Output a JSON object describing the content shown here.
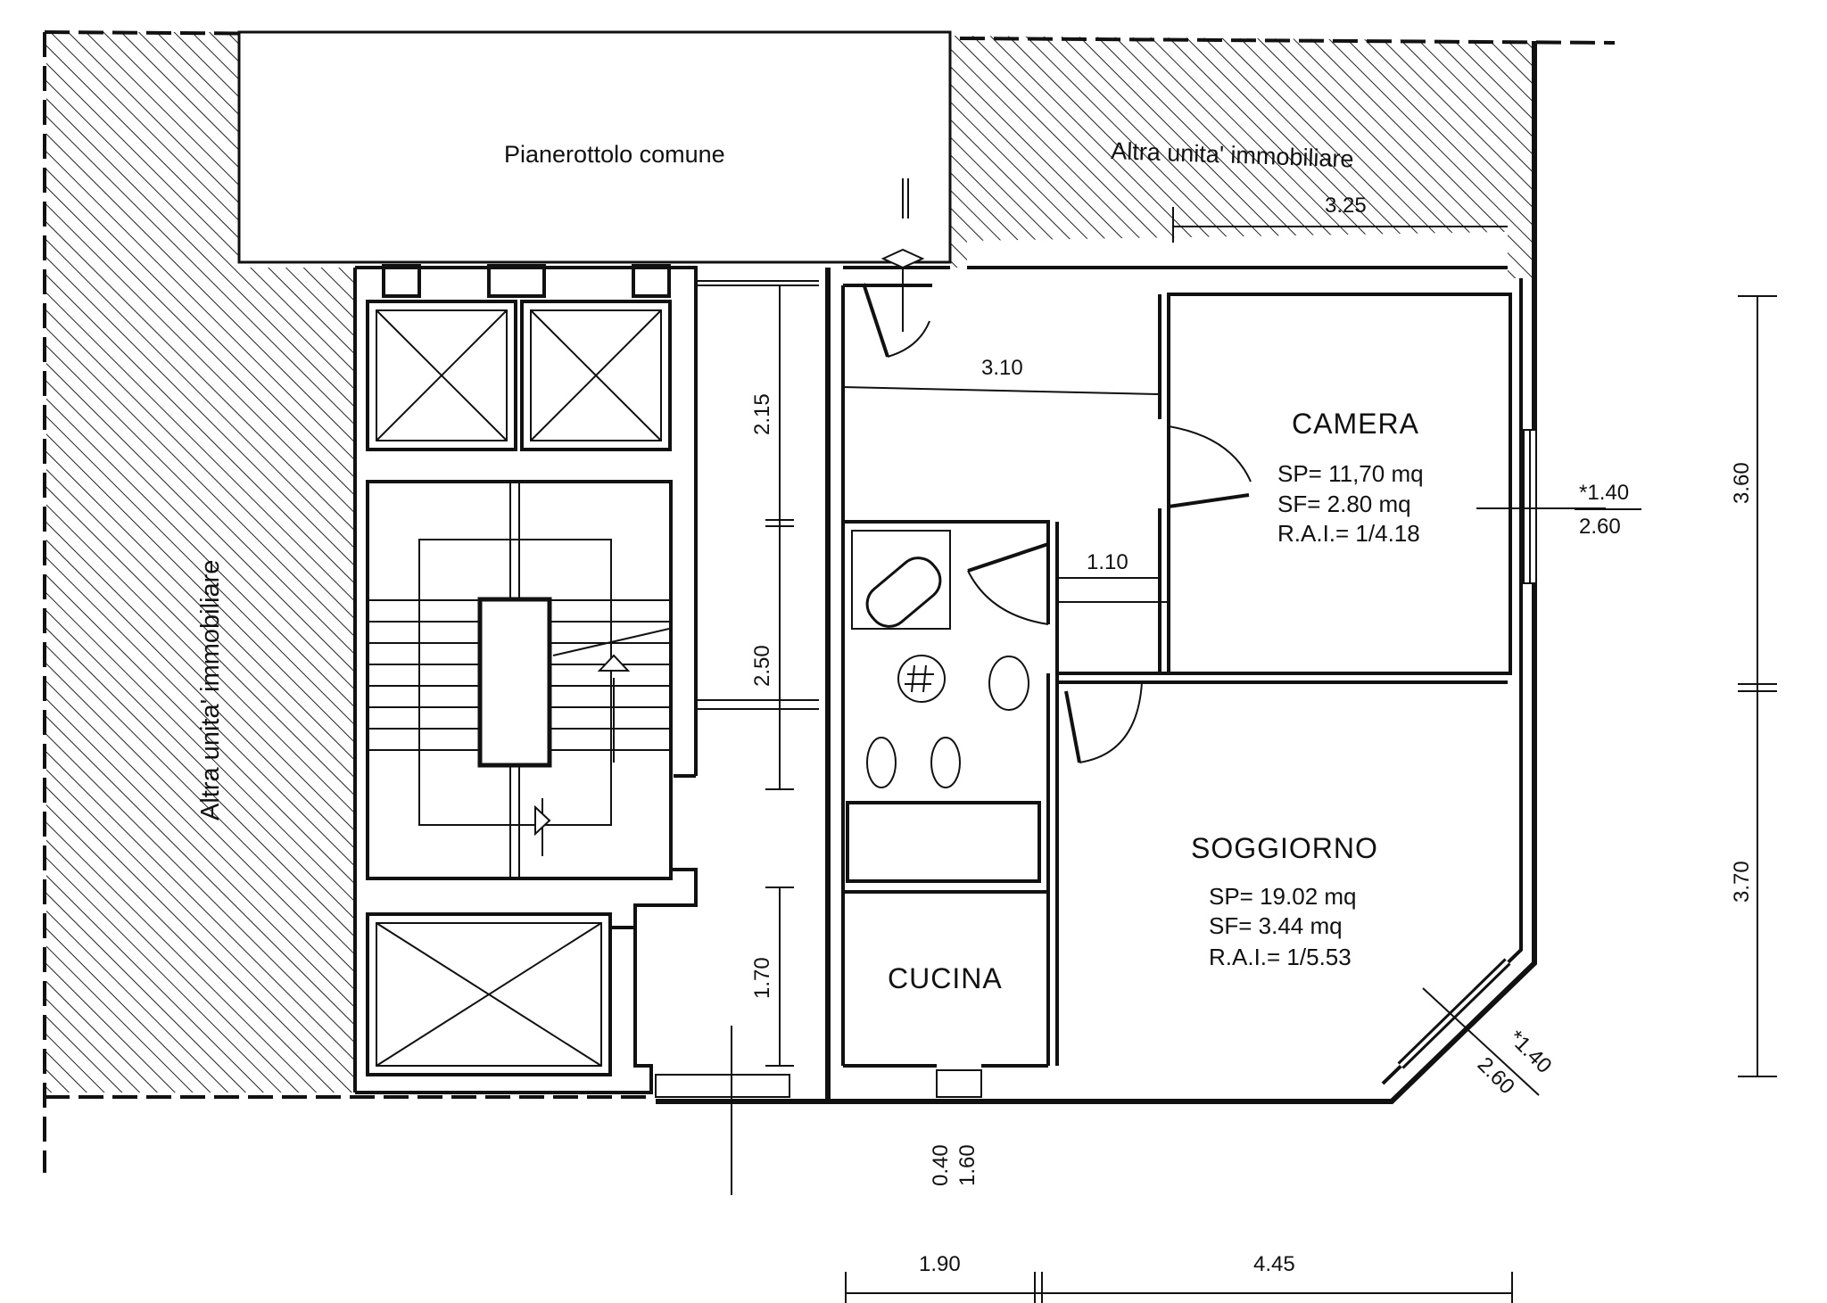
{
  "labels": {
    "common_landing": "Pianerottolo comune",
    "other_unit_top": "Altra unita' immobiliare",
    "other_unit_left": "Altra unita' immobiliare"
  },
  "rooms": {
    "camera": {
      "name": "CAMERA",
      "sp": "SP= 11,70 mq",
      "sf": "SF= 2.80 mq",
      "rai": "R.A.I.= 1/4.18"
    },
    "soggiorno": {
      "name": "SOGGIORNO",
      "sp": "SP= 19.02 mq",
      "sf": "SF= 3.44 mq",
      "rai": "R.A.I.= 1/5.53"
    },
    "cucina": {
      "name": "CUCINA"
    }
  },
  "dimensions": {
    "top_width": "3.25",
    "corridor_width": "3.10",
    "bath_passage": "1.10",
    "stair_seg_1": "2.15",
    "stair_seg_2": "2.50",
    "stair_seg_3": "1.70",
    "right_upper": "3.60",
    "right_lower": "3.70",
    "bottom_left": "1.90",
    "bottom_right": "4.45",
    "camera_window_h": "*1.40",
    "camera_window_w": "2.60",
    "soggiorno_window_h": "*1.40",
    "soggiorno_window_w": "2.60",
    "kitchen_window_h": "0.40",
    "kitchen_window_w": "1.60"
  }
}
